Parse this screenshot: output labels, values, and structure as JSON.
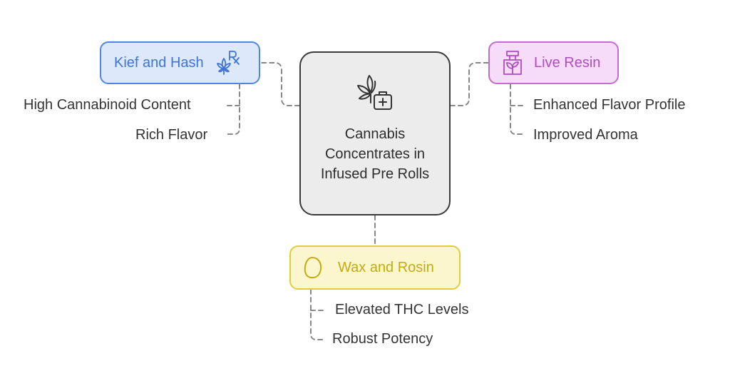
{
  "center": {
    "title": "Cannabis Concentrates in Infused Pre Rolls",
    "icon": "cannabis-medical-kit-icon"
  },
  "branches": {
    "kief": {
      "title": "Kief and Hash",
      "icon": "cannabis-rx-icon",
      "color": "#4f86e3",
      "items": [
        "High Cannabinoid Content",
        "Rich Flavor"
      ]
    },
    "resin": {
      "title": "Live Resin",
      "icon": "plant-flask-icon",
      "color": "#c56ad0",
      "items": [
        "Enhanced Flavor Profile",
        "Improved Aroma"
      ]
    },
    "wax": {
      "title": "Wax and Rosin",
      "icon": "wax-drop-icon",
      "color": "#e1cc3c",
      "items": [
        "Elevated THC Levels",
        "Robust Potency"
      ]
    }
  }
}
